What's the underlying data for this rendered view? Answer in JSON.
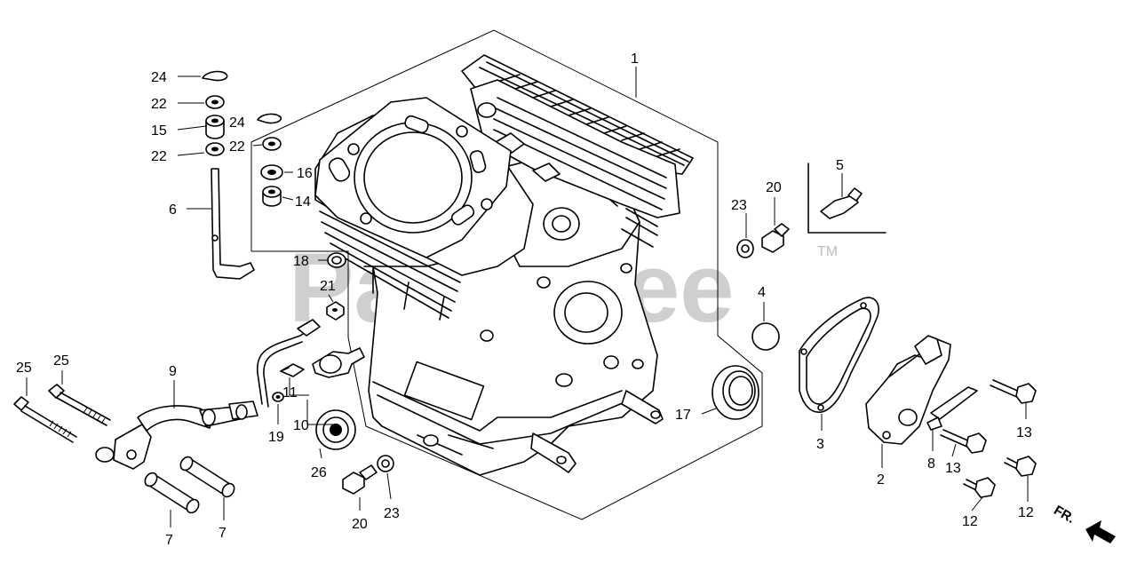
{
  "watermark": {
    "text": "PartsTree",
    "tm": "TM"
  },
  "direction_label": "FR.",
  "labels": {
    "l1": "1",
    "l2": "2",
    "l3": "3",
    "l4": "4",
    "l5": "5",
    "l6": "6",
    "l7a": "7",
    "l7b": "7",
    "l8": "8",
    "l9": "9",
    "l10": "10",
    "l11": "11",
    "l12a": "12",
    "l12b": "12",
    "l13a": "13",
    "l13b": "13",
    "l14": "14",
    "l15": "15",
    "l16": "16",
    "l17": "17",
    "l18": "18",
    "l19": "19",
    "l20a": "20",
    "l20b": "20",
    "l21": "21",
    "l22a": "22",
    "l22b": "22",
    "l22c": "22",
    "l23a": "23",
    "l23b": "23",
    "l24a": "24",
    "l24b": "24",
    "l25a": "25",
    "l25b": "25",
    "l26": "26"
  }
}
